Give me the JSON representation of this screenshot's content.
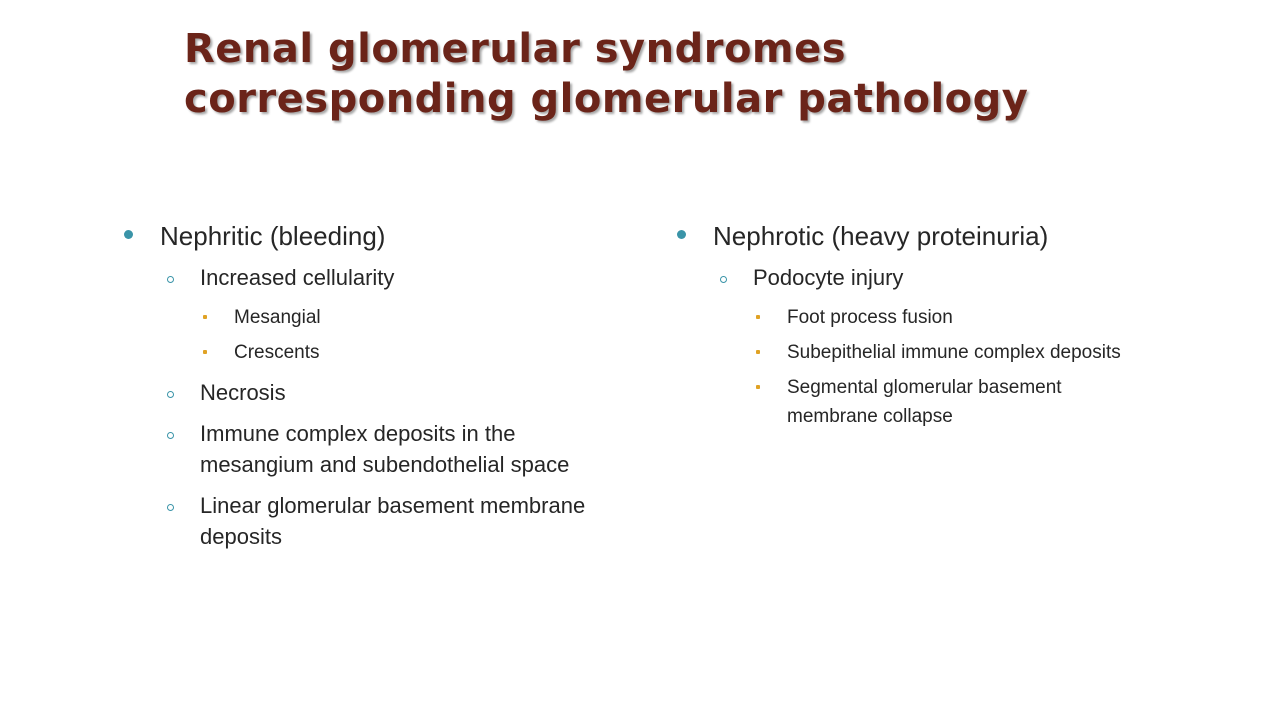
{
  "slide": {
    "title_line1": "Renal glomerular syndromes",
    "title_line2": "corresponding glomerular pathology",
    "colors": {
      "title": "#6b2419",
      "bullet": "#3a94a8",
      "sub_bullet": "#e0a224"
    },
    "left": {
      "heading": "Nephritic (bleeding)",
      "items": [
        {
          "text": "Increased cellularity",
          "sub": [
            "Mesangial",
            "Crescents"
          ]
        },
        {
          "text": "Necrosis"
        },
        {
          "text": "Immune complex deposits in the mesangium and subendothelial space"
        },
        {
          "text": "Linear glomerular basement membrane deposits"
        }
      ]
    },
    "right": {
      "heading": "Nephrotic (heavy proteinuria)",
      "items": [
        {
          "text": "Podocyte injury",
          "sub": [
            "Foot process fusion",
            "Subepithelial immune complex deposits",
            "Segmental glomerular basement membrane collapse"
          ]
        }
      ]
    }
  }
}
